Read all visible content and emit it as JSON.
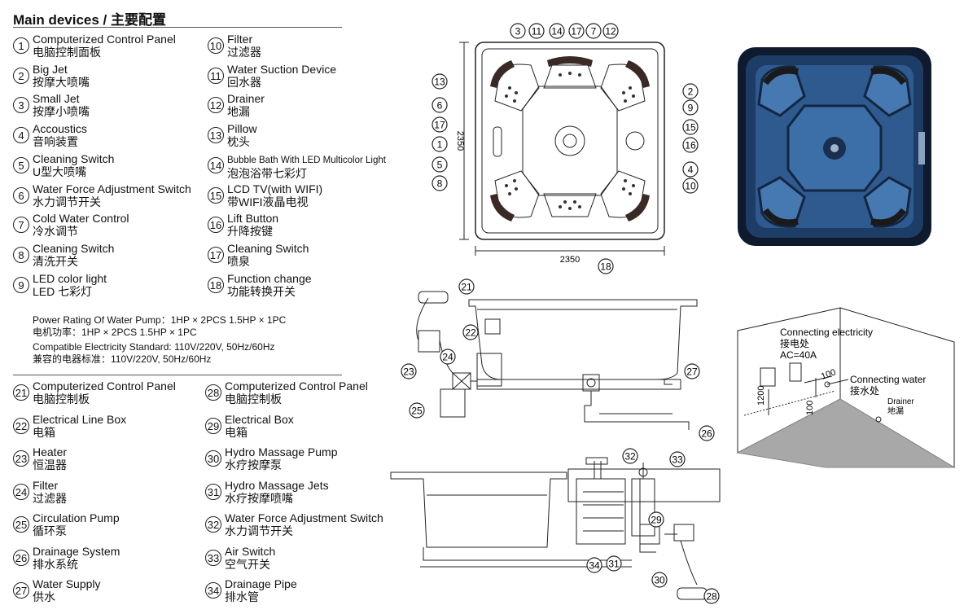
{
  "title": "Main devices / 主要配置",
  "legend_top_left": [
    {
      "num": "1",
      "en": "Computerized Control Panel",
      "zh": "电脑控制面板"
    },
    {
      "num": "2",
      "en": "Big Jet",
      "zh": "按摩大喷嘴"
    },
    {
      "num": "3",
      "en": "Small Jet",
      "zh": "按摩小喷嘴"
    },
    {
      "num": "4",
      "en": "Accoustics",
      "zh": "音响装置"
    },
    {
      "num": "5",
      "en": "Cleaning Switch",
      "zh": "U型大喷嘴"
    },
    {
      "num": "6",
      "en": "Water Force Adjustment Switch",
      "zh": "水力调节开关"
    },
    {
      "num": "7",
      "en": "Cold Water Control",
      "zh": "冷水调节"
    },
    {
      "num": "8",
      "en": "Cleaning Switch",
      "zh": "清洗开关"
    },
    {
      "num": "9",
      "en": "LED color light",
      "zh": "LED 七彩灯"
    }
  ],
  "legend_top_right": [
    {
      "num": "10",
      "en": "Filter",
      "zh": "过滤器"
    },
    {
      "num": "11",
      "en": "Water Suction Device",
      "zh": "回水器"
    },
    {
      "num": "12",
      "en": "Drainer",
      "zh": "地漏"
    },
    {
      "num": "13",
      "en": "Pillow",
      "zh": "枕头"
    },
    {
      "num": "14",
      "en": "Bubble Bath With LED Multicolor Light",
      "zh": "泡泡浴带七彩灯"
    },
    {
      "num": "15",
      "en": "LCD   TV(with WIFI)",
      "zh": "带WIFI液晶电视"
    },
    {
      "num": "16",
      "en": "Lift Button",
      "zh": "升降按键"
    },
    {
      "num": "17",
      "en": "Cleaning Switch",
      "zh": "喷泉"
    },
    {
      "num": "18",
      "en": "Function change",
      "zh": "功能转换开关"
    }
  ],
  "specs": [
    "Power Rating Of Water Pump：1HP × 2PCS   1.5HP × 1PC",
    "电机功率：1HP × 2PCS   1.5HP × 1PC",
    "Compatible Electricity Standard:   110V/220V, 50Hz/60Hz",
    "兼容的电器标准：110V/220V, 50Hz/60Hz"
  ],
  "legend_bottom_left": [
    {
      "num": "21",
      "en": "Computerized Control Panel",
      "zh": "电脑控制板"
    },
    {
      "num": "22",
      "en": "Electrical Line Box",
      "zh": "电箱"
    },
    {
      "num": "23",
      "en": "Heater",
      "zh": "恒温器"
    },
    {
      "num": "24",
      "en": "Filter",
      "zh": "过滤器"
    },
    {
      "num": "25",
      "en": "Circulation Pump",
      "zh": "循环泵"
    },
    {
      "num": "26",
      "en": "Drainage System",
      "zh": "排水系统"
    },
    {
      "num": "27",
      "en": "Water Supply",
      "zh": "供水"
    }
  ],
  "legend_bottom_right": [
    {
      "num": "28",
      "en": "Computerized Control Panel",
      "zh": "电脑控制板"
    },
    {
      "num": "29",
      "en": "Electrical  Box",
      "zh": "电箱"
    },
    {
      "num": "30",
      "en": "Hydro Massage Pump",
      "zh": "水疗按摩泵"
    },
    {
      "num": "31",
      "en": "Hydro Massage Jets",
      "zh": "水疗按摩喷嘴"
    },
    {
      "num": "32",
      "en": "Water Force Adjustment Switch",
      "zh": "水力调节开关"
    },
    {
      "num": "33",
      "en": "Air Switch",
      "zh": "空气开关"
    },
    {
      "num": "34",
      "en": "Drainage Pipe",
      "zh": "排水管"
    }
  ],
  "plan": {
    "dim_width": "2350",
    "dim_height": "2350",
    "callouts_top": [
      "3",
      "11",
      "14",
      "17",
      "7",
      "12"
    ],
    "callouts_left": [
      "13",
      "6",
      "17",
      "1",
      "5",
      "8"
    ],
    "callouts_right": [
      "2",
      "9",
      "15",
      "16",
      "4",
      "10"
    ],
    "callout_bottom": "18"
  },
  "room": {
    "elec_en": "Connecting electricity",
    "elec_zh": "接电处",
    "elec_rating": "AC=40A",
    "water_en": "Connecting water",
    "water_zh": "接水处",
    "drainer_en": "Drainer",
    "drainer_zh": "地漏",
    "dim_1200": "1200",
    "dim_100a": "100",
    "dim_100b": "100"
  },
  "side_upper_callouts": [
    "21",
    "22",
    "24",
    "23",
    "25",
    "27",
    "26"
  ],
  "side_lower_callouts": [
    "32",
    "33",
    "29",
    "31",
    "34",
    "30",
    "28"
  ],
  "colors": {
    "line": "#222222",
    "photo_dark": "#0f1a2e",
    "photo_blue": "#2f5a8f",
    "floor": "#a8a8a8"
  }
}
